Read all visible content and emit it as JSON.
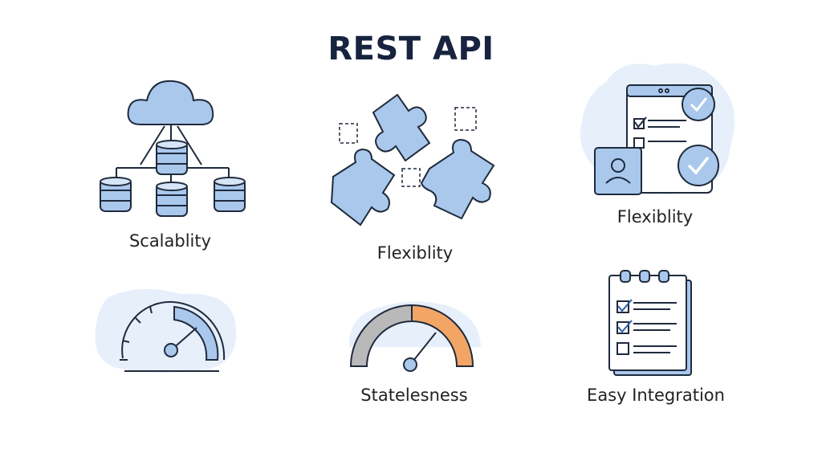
{
  "title": "REST API",
  "features": [
    {
      "label": "Scalablity",
      "icon": "cloud-database-network-icon"
    },
    {
      "label": "Flexiblity",
      "icon": "puzzle-pieces-icon"
    },
    {
      "label": "Flexiblity",
      "icon": "checklist-window-user-icon"
    },
    {
      "label": "",
      "icon": "speedometer-gauge-icon"
    },
    {
      "label": "Statelesness",
      "icon": "half-gauge-icon"
    },
    {
      "label": "Easy Integration",
      "icon": "clipboard-checklist-icon"
    }
  ],
  "colors": {
    "title": "#17233f",
    "accent_blue": "#a9c8ec",
    "blob": "#e6effa",
    "outline": "#1f2a3c",
    "gauge_orange": "#f3a566",
    "gauge_gray": "#b9b9b9"
  }
}
